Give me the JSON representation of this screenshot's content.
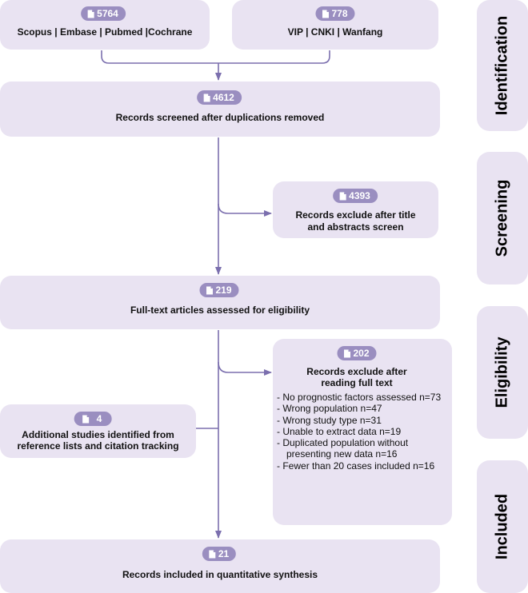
{
  "stages": [
    "Identification",
    "Screening",
    "Eligibility",
    "Included"
  ],
  "sources": {
    "databases": {
      "count": "5764",
      "label": "Scopus | Embase | Pubmed |Cochrane"
    },
    "chinese": {
      "count": "778",
      "label": "VIP | CNKI | Wanfang"
    }
  },
  "screened": {
    "count": "4612",
    "label": "Records screened after duplications removed"
  },
  "excluded_title": {
    "count": "4393",
    "label_line1": "Records exclude after title",
    "label_line2": "and abstracts screen"
  },
  "fulltext": {
    "count": "219",
    "label": "Full-text articles assessed for eligibility"
  },
  "excluded_fulltext": {
    "count": "202",
    "label_line1": "Records exclude after",
    "label_line2": "reading full text",
    "reasons": [
      "No prognostic factors assessed n=73",
      "Wrong population   n=47",
      "Wrong study type  n=31",
      "Unable to extract data  n=19",
      "Duplicated population without presenting new data  n=16",
      "Fewer than 20 cases included n=16"
    ]
  },
  "additional": {
    "count": "4",
    "label_line1": "Additional studies identified from",
    "label_line2": "reference lists and citation tracking"
  },
  "included": {
    "count": "21",
    "label": "Records included in quantitative synthesis"
  },
  "colors": {
    "box_fill": "#e9e3f2",
    "badge_fill": "#9a8ec0",
    "arrow": "#7b6fae"
  }
}
